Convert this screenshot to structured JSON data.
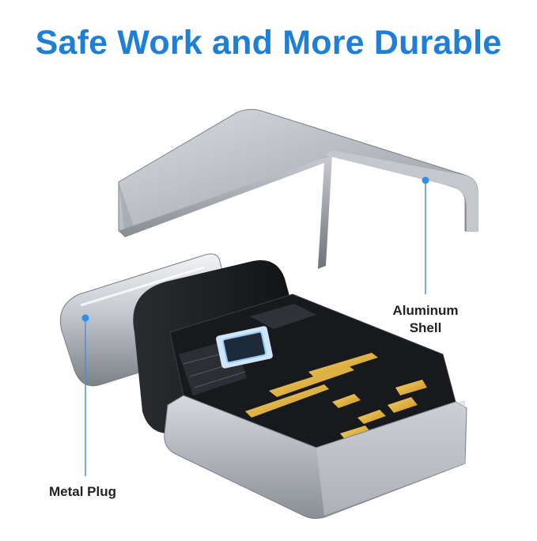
{
  "headline": "Safe Work and More Durable",
  "callouts": {
    "aluminum_shell": {
      "line1": "Aluminum",
      "line2": "Shell"
    },
    "metal_plug": "Metal Plug"
  },
  "colors": {
    "headline": "#1f7fd6",
    "callout_line": "#4a90d9",
    "callout_dot": "#2f8ff0",
    "shell": "#a9adb3",
    "contacts": "#e3b23c",
    "board": "#1a1c1f"
  }
}
